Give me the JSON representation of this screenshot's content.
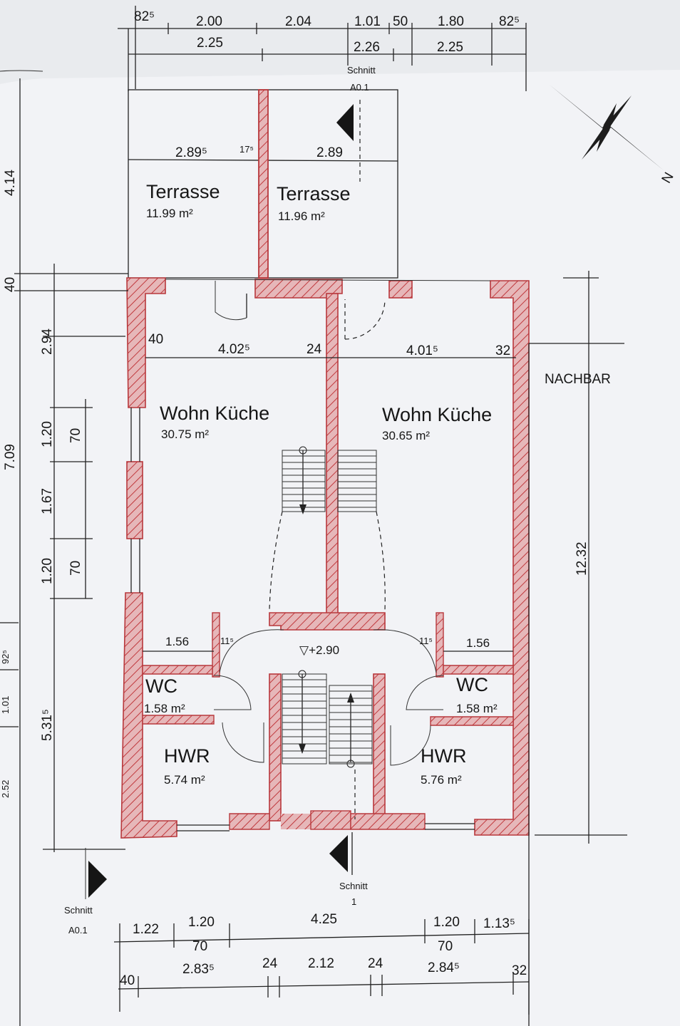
{
  "rooms": {
    "terrace_left": {
      "name": "Terrasse",
      "area": "11.99 m²"
    },
    "terrace_right": {
      "name": "Terrasse",
      "area": "11.96 m²"
    },
    "living_left": {
      "name": "Wohn Küche",
      "area": "30.75 m²"
    },
    "living_right": {
      "name": "Wohn Küche",
      "area": "30.65 m²"
    },
    "wc_left": {
      "name": "WC",
      "area": "1.58 m²"
    },
    "wc_right": {
      "name": "WC",
      "area": "1.58 m²"
    },
    "hwr_left": {
      "name": "HWR",
      "area": "5.74 m²"
    },
    "hwr_right": {
      "name": "HWR",
      "area": "5.76 m²"
    }
  },
  "labels": {
    "neighbor": "NACHBAR",
    "level": "▽+2.90",
    "section_top": "Schnitt",
    "section_top_code": "A0.1",
    "section_bottom": "Schnitt",
    "section_bottom_num": "1",
    "section_left": "Schnitt",
    "section_left_code": "A0.1",
    "north": "N"
  },
  "dims_top": {
    "row1": [
      "82⁵",
      "2.00",
      "2.04",
      "1.01",
      "50",
      "1.80",
      "82⁵"
    ],
    "row2": [
      "2.25",
      "2.26",
      "2.25"
    ]
  },
  "dims_inner": {
    "terrace_left_width": "2.89⁵",
    "terrace_gap": "17⁵",
    "terrace_right_width": "2.89",
    "wall_left": "40",
    "living_left_width": "4.02⁵",
    "wall_mid": "24",
    "living_right_width": "4.01⁵",
    "wall_right": "32",
    "wc_left_width": "1.56",
    "wc_left_wall": "11⁵",
    "wc_right_wall": "11⁵",
    "wc_right_width": "1.56"
  },
  "dims_left": {
    "outer": [
      "4.14",
      "7.09",
      "5.31⁵"
    ],
    "inner": [
      "40",
      "2.94",
      "1.20",
      "1.67",
      "1.20"
    ],
    "windows": [
      "70",
      "70"
    ],
    "fragments": [
      "92⁵",
      "1.01",
      "2.52"
    ]
  },
  "dims_right": {
    "depth": "12.32"
  },
  "dims_bottom": {
    "row1": [
      "1.22",
      "1.20",
      "4.25",
      "1.20",
      "1.13⁵"
    ],
    "row1_sub": [
      "70",
      "70"
    ],
    "row2": [
      "40",
      "2.83⁵",
      "24",
      "2.12",
      "24",
      "2.84⁵",
      "32"
    ]
  }
}
